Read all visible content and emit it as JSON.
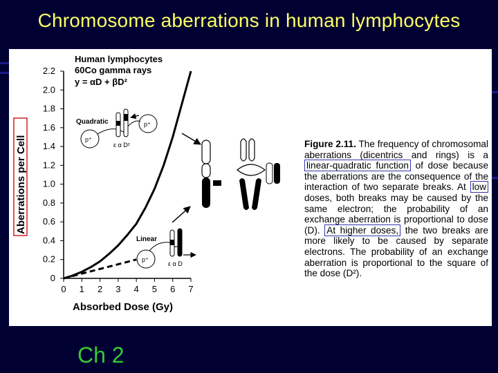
{
  "slide": {
    "title": "Chromosome aberrations in human lymphocytes",
    "footer": "Ch 2"
  },
  "chart_data": {
    "type": "line",
    "title_lines": [
      "Human lymphocytes",
      "60Co gamma rays",
      "y = αD + βD²"
    ],
    "xlabel": "Absorbed Dose (Gy)",
    "ylabel": "Aberrations per Cell",
    "xlim": [
      0,
      7
    ],
    "ylim": [
      0,
      2.2
    ],
    "x_ticks": [
      "0",
      "1",
      "2",
      "3",
      "4",
      "5",
      "6",
      "7"
    ],
    "y_ticks": [
      "0",
      "0.2",
      "0.4",
      "0.6",
      "0.8",
      "1.0",
      "1.2",
      "1.4",
      "1.6",
      "1.8",
      "2.0",
      "2.2"
    ],
    "series": [
      {
        "style": "solid",
        "x": [
          0,
          0.5,
          1,
          1.5,
          2,
          2.5,
          3,
          3.5,
          4,
          4.5,
          5,
          5.5,
          6,
          6.5,
          7
        ],
        "y": [
          0,
          0.03,
          0.07,
          0.12,
          0.18,
          0.26,
          0.35,
          0.46,
          0.58,
          0.75,
          0.95,
          1.2,
          1.5,
          1.85,
          2.2
        ]
      },
      {
        "style": "dashed",
        "x": [
          0,
          1,
          2,
          3,
          4
        ],
        "y": [
          0,
          0.05,
          0.1,
          0.15,
          0.2
        ]
      }
    ],
    "annotations": {
      "quadratic_label": "Quadratic",
      "quadratic_formula": "ε α D²",
      "linear_label": "Linear",
      "linear_formula": "ε α D",
      "particle_label": "p⁺"
    }
  },
  "caption": {
    "fig_label": "Figure 2.11.",
    "text_1": "The frequency of chro­mosomal aberrations (dicentrics and rings) is a",
    "highlight_1": "linear-quadratic function",
    "text_2": "of dose because the aberrations are the consequence of the interac­tion of two separate breaks. At",
    "highlight_2": "low",
    "text_3": "doses, both breaks may be caused by the same electron; the probability of an exchange aberration is propor­tional to dose (D).",
    "highlight_3": "At higher doses,",
    "text_4": "the two breaks are more likely to be caused by separate electrons. The probability of an exchange aberration is proportional to the square of the dose (D²)."
  }
}
